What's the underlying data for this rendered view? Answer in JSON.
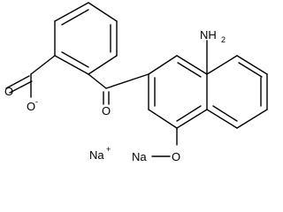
{
  "molecule": {
    "atoms": {
      "carbonyl_oxygen": "O",
      "carboxylate_oxygen": "O",
      "carboxylate_charge": "-",
      "amino_nitrogen": "NH",
      "amino_subscript": "2",
      "sodium_ion": "Na",
      "sodium_ion_charge": "+",
      "sodium_bound": "Na",
      "phenoxide_oxygen": "O"
    },
    "colors": {
      "bond": "#000000",
      "text": "#000000"
    }
  }
}
